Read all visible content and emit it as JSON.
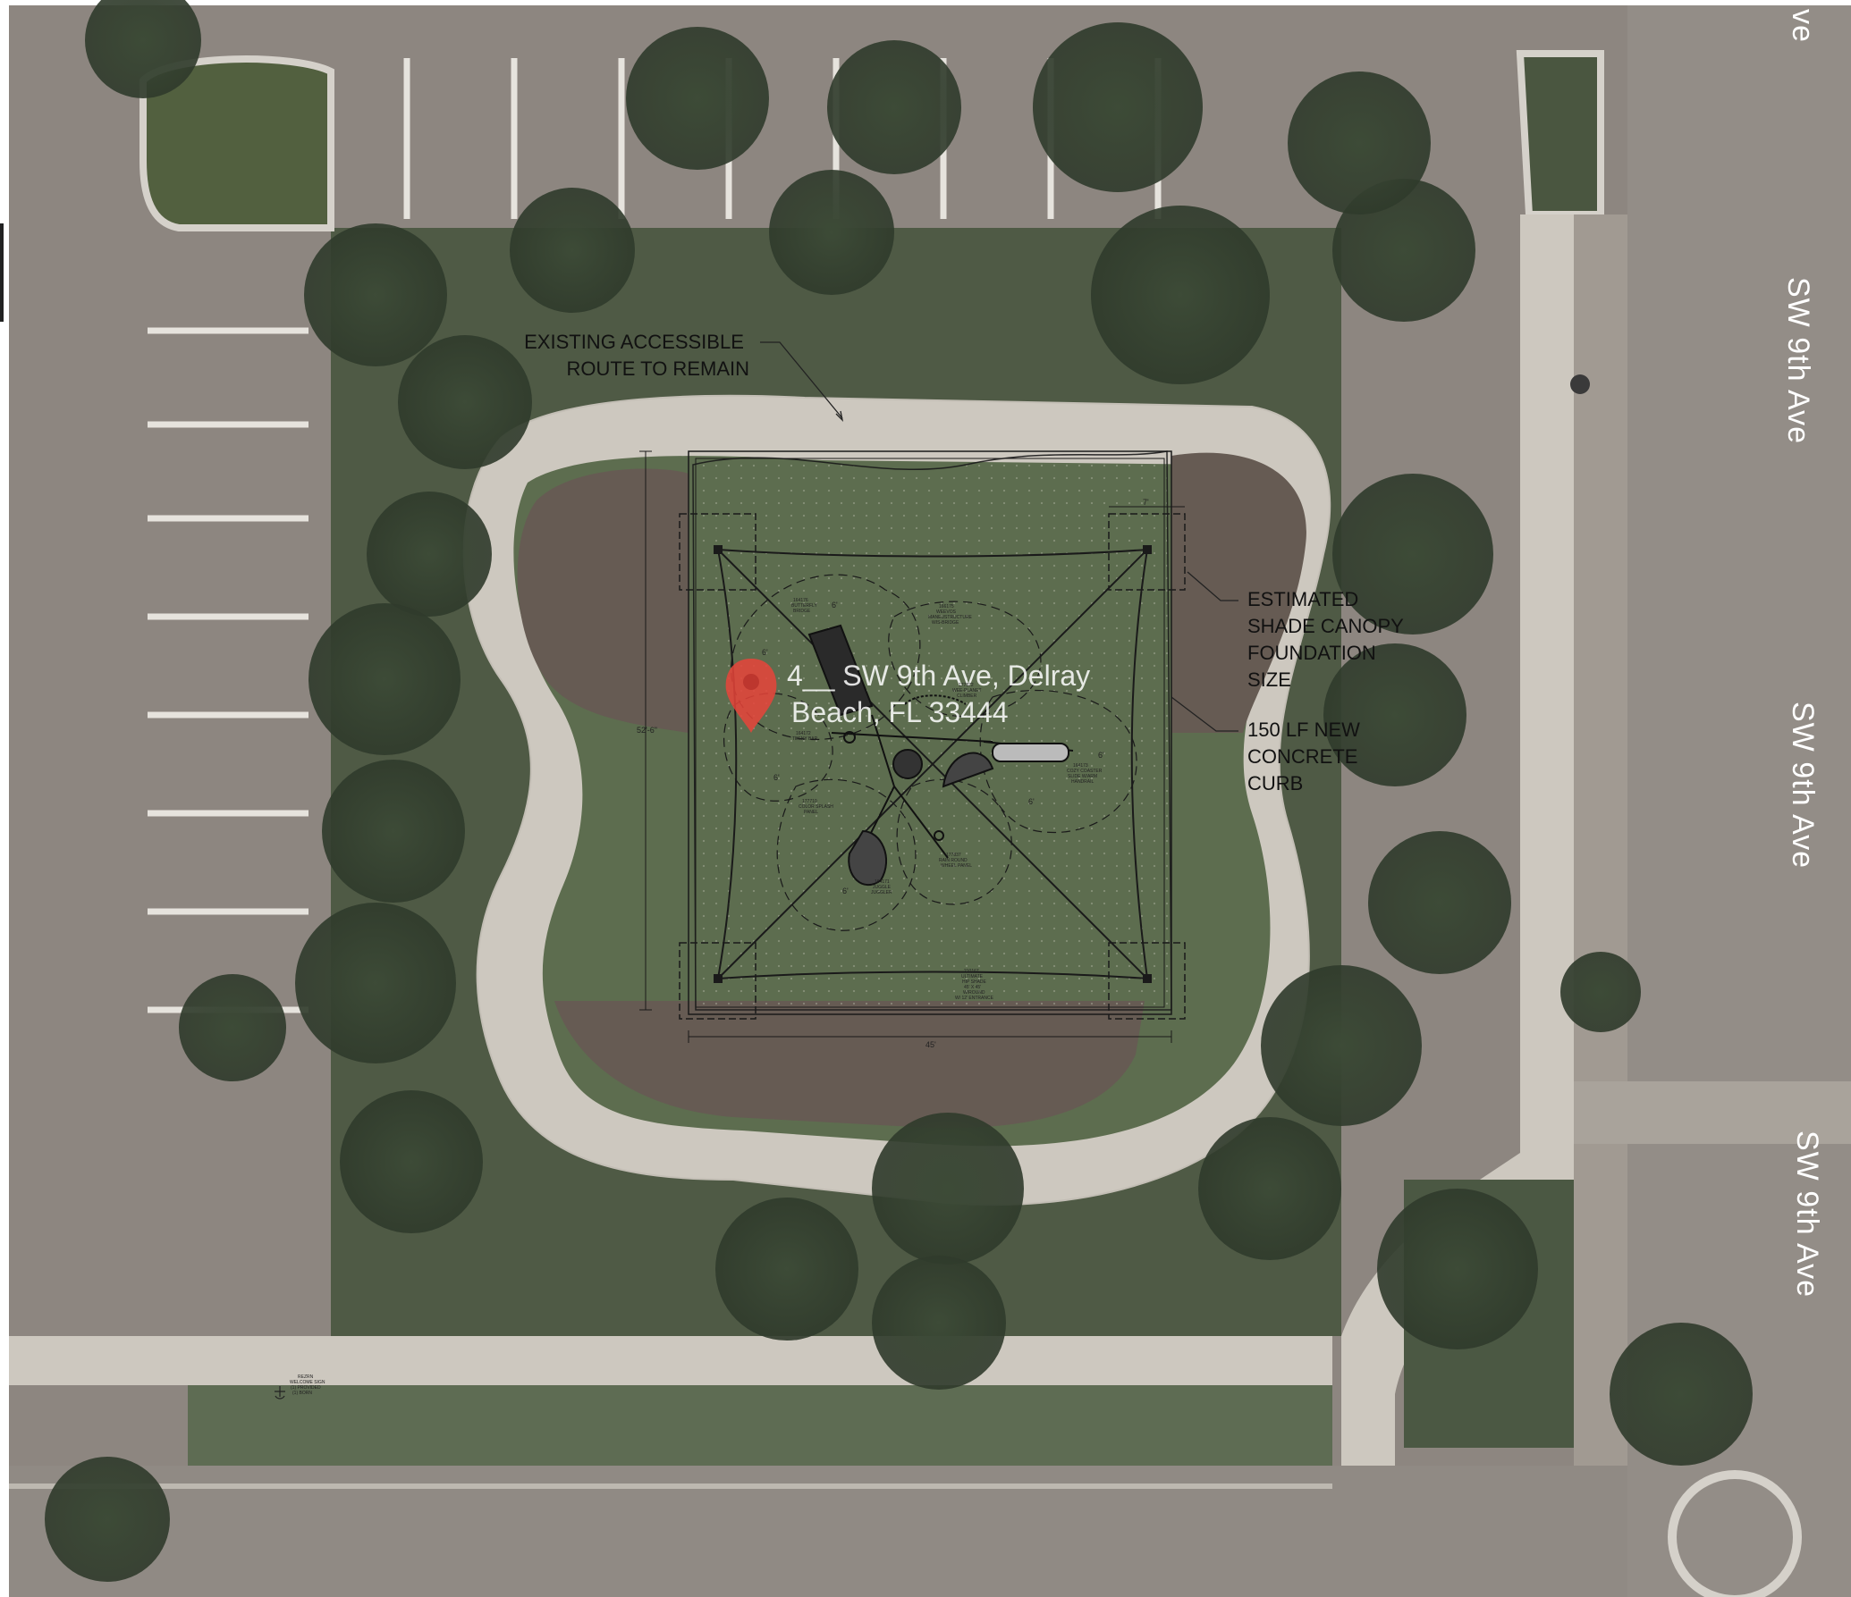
{
  "streets": {
    "top_partial": "ve",
    "label_1": "SW 9th Ave",
    "label_2": "SW 9th Ave",
    "label_3": "SW 9th Ave"
  },
  "map_pin": {
    "line1": "4__ SW 9th Ave, Delray",
    "line2": "Beach, FL 33444",
    "color": "#e8443a"
  },
  "callouts": {
    "route": [
      "EXISTING ACCESSIBLE",
      "ROUTE TO REMAIN"
    ],
    "foundation": [
      "ESTIMATED",
      "SHADE CANOPY",
      "FOUNDATION",
      "SIZE"
    ],
    "curb": [
      "150 LF NEW",
      "CONCRETE",
      "CURB"
    ]
  },
  "dimensions": {
    "height": "52'-6\"",
    "width": "45'",
    "footing": "7'",
    "clearance": "6'"
  },
  "equipment_labels": [
    [
      "164176",
      "BUTTERFLY",
      "BRIDGE"
    ],
    [
      "166175",
      "WEEVOS",
      "MANEUSTRUCTURE",
      "WIS-BRIDGE"
    ],
    [
      "177872",
      "WEE-PLANET",
      "CLIMBER"
    ],
    [
      "164172",
      "TEENY BAR"
    ],
    [
      "164173",
      "COZY COASTER",
      "SLIDE W/ARM",
      "HANDRAIL"
    ],
    [
      "177710",
      "COLOR SPLASH",
      "PANEL"
    ],
    [
      "177837",
      "RAIN ROUND",
      "WHEEL PANEL"
    ],
    [
      "164171",
      "JUGGLE",
      "JUGGLER"
    ],
    [
      "210167",
      "ULTIMATE",
      "HIP SHADE",
      "45' X 45'",
      "W/ROUND",
      "W/ 12' ENTRANCE"
    ],
    [
      "REZRN",
      "WELCOME SIGN",
      "(1) PROVIDED",
      "(1) BORN"
    ]
  ],
  "colors": {
    "asphalt": "#8d8680",
    "sidewalk": "#cfcbc3",
    "grass": "#5f6f52",
    "mulch": "#6a5e56",
    "vegetation": "#3b4a36"
  }
}
